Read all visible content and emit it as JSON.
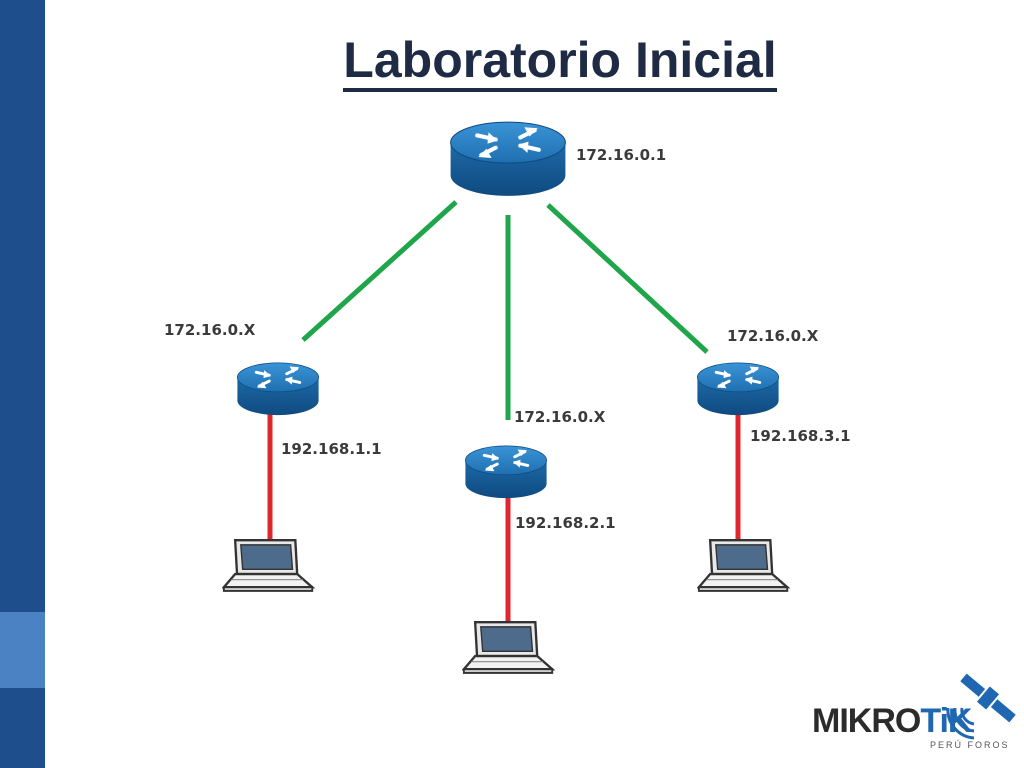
{
  "slide": {
    "title": "Laboratorio Inicial"
  },
  "diagram": {
    "core_router": {
      "label": "172.16.0.1"
    },
    "branches": [
      {
        "wan_label": "172.16.0.X",
        "lan_label": "192.168.1.1"
      },
      {
        "wan_label": "172.16.0.X",
        "lan_label": "192.168.2.1"
      },
      {
        "wan_label": "172.16.0.X",
        "lan_label": "192.168.3.1"
      }
    ],
    "colors": {
      "wan_link": "#1fa54a",
      "lan_link": "#e0262e",
      "router_body": "#1d6aa8",
      "router_top": "#2f86c8"
    }
  },
  "logo": {
    "brand_prefix": "MIKRO",
    "brand_suffix": "TiK",
    "subtitle": "PERÚ FOROS"
  },
  "theme": {
    "sidebar": "#1f4e8c",
    "sidebar_accent": "#4a82c3"
  }
}
